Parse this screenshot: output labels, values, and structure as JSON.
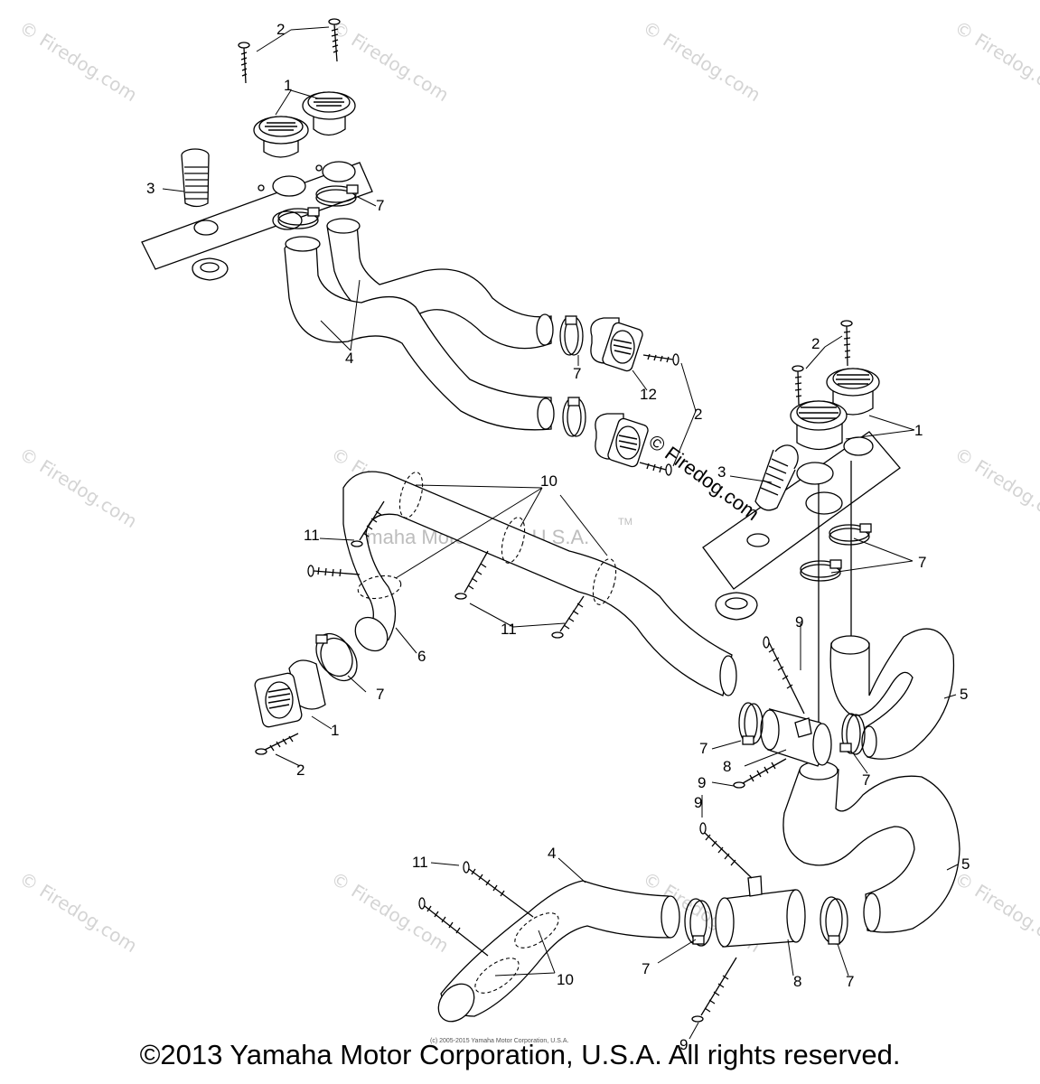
{
  "diagram": {
    "watermark_text": "© Firedog.com",
    "center_watermark": "Yamaha Motor Corp. U.S.A.",
    "trademark": "TM",
    "stamp_text": "© Firedog.com",
    "small_note": "(c) 2005-2015 Yamaha Motor Corporation, U.S.A.",
    "copyright": "©2013 Yamaha Motor Corporation, U.S.A. All rights reserved.",
    "callouts": {
      "c1a": "1",
      "c2a": "2",
      "c3a": "3",
      "c7a": "7",
      "c4a": "4",
      "c7b": "7",
      "c12": "12",
      "c2b": "2",
      "c2c": "2",
      "c1b": "1",
      "c3b": "3",
      "c10a": "10",
      "c11a": "11",
      "c7c": "7",
      "c11b": "11",
      "c6": "6",
      "c9a": "9",
      "c7d": "7",
      "c1c": "1",
      "c2d": "2",
      "c5a": "5",
      "c7e": "7",
      "c8a": "8",
      "c7f": "7",
      "c9b": "9",
      "c9c": "9",
      "c4b": "4",
      "c11c": "11",
      "c5b": "5",
      "c10b": "10",
      "c7g": "7",
      "c8b": "8",
      "c7h": "7",
      "c9d": "9"
    }
  }
}
